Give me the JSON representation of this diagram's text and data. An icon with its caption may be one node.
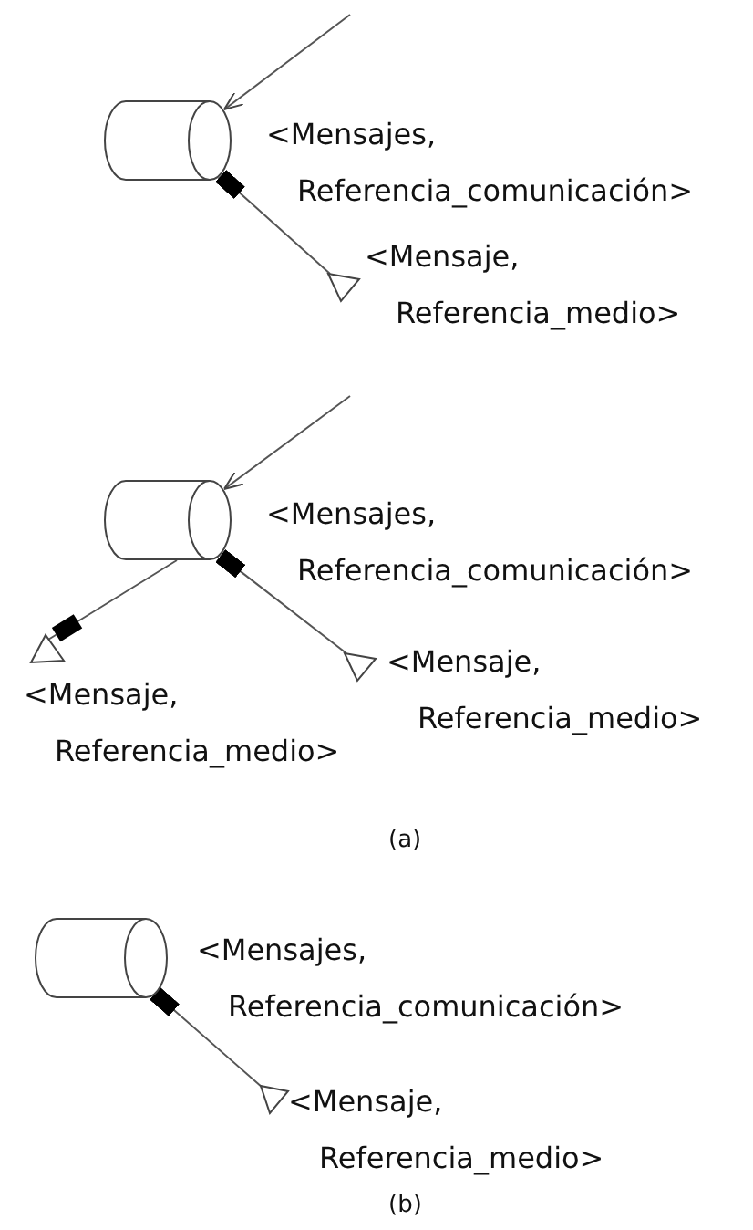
{
  "diagram": {
    "nodes": [
      {
        "text": [],
        "shape": "cylinder",
        "beside": [
          "<Mensajes, Referencia_comunicación>"
        ]
      },
      {
        "text": [],
        "shape": "triangle",
        "beside": [
          "<Mensaje, Referencia_medio>"
        ]
      },
      {
        "text": [],
        "shape": "cylinder",
        "beside": [
          "<Mensajes, Referencia_comunicación>"
        ]
      },
      {
        "text": [],
        "shape": "triangle",
        "beside": [
          "<Mensaje, Referencia_medio>"
        ]
      },
      {
        "text": [],
        "shape": "triangle",
        "beside": [
          "<Mensaje, Referencia_medio>"
        ]
      },
      {
        "text": [],
        "shape": "cylinder",
        "beside": [
          "<Mensajes, Referencia_comunicación>"
        ]
      },
      {
        "text": [],
        "shape": "triangle",
        "beside": [
          "<Mensaje, Referencia_medio>"
        ]
      }
    ],
    "edges": [
      {
        "from": null,
        "to": 0,
        "arrow": "to"
      },
      {
        "from": 0,
        "to": 1,
        "arrow": "other"
      },
      {
        "from": null,
        "to": 2,
        "arrow": "to"
      },
      {
        "from": 2,
        "to": 3,
        "arrow": "other"
      },
      {
        "from": 2,
        "to": 4,
        "arrow": "other"
      },
      {
        "from": 5,
        "to": 6,
        "arrow": "other"
      }
    ],
    "labels": [
      "(a)",
      "(b)"
    ]
  }
}
